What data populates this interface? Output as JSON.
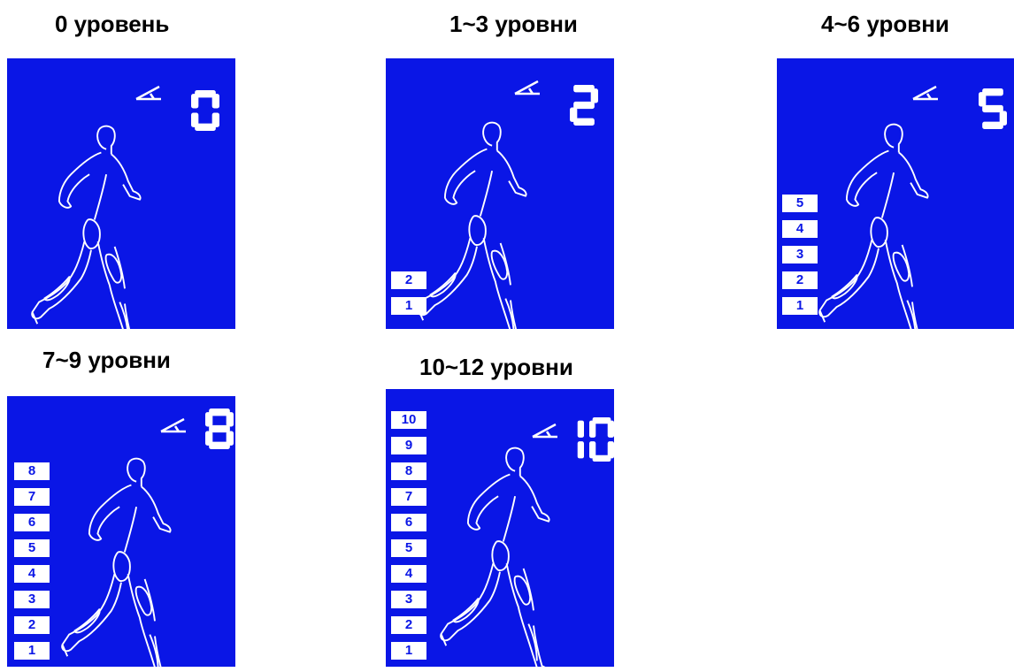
{
  "colors": {
    "screen": "#0a16e6",
    "foreground": "#ffffff",
    "text": "#000000"
  },
  "panels": [
    {
      "title": "0 уровень",
      "digit": "0",
      "levels": []
    },
    {
      "title": "1~3 уровни",
      "digit": "2",
      "levels": [
        "2",
        "1"
      ]
    },
    {
      "title": "4~6 уровни",
      "digit": "5",
      "levels": [
        "5",
        "4",
        "3",
        "2",
        "1"
      ]
    },
    {
      "title": "7~9 уровни",
      "digit": "8",
      "levels": [
        "8",
        "7",
        "6",
        "5",
        "4",
        "3",
        "2",
        "1"
      ]
    },
    {
      "title": "10~12 уровни",
      "digit": "10",
      "levels": [
        "10",
        "9",
        "8",
        "7",
        "6",
        "5",
        "4",
        "3",
        "2",
        "1"
      ]
    }
  ],
  "icons": {
    "incline": "incline-angle-icon",
    "figure": "walking-person-icon"
  }
}
